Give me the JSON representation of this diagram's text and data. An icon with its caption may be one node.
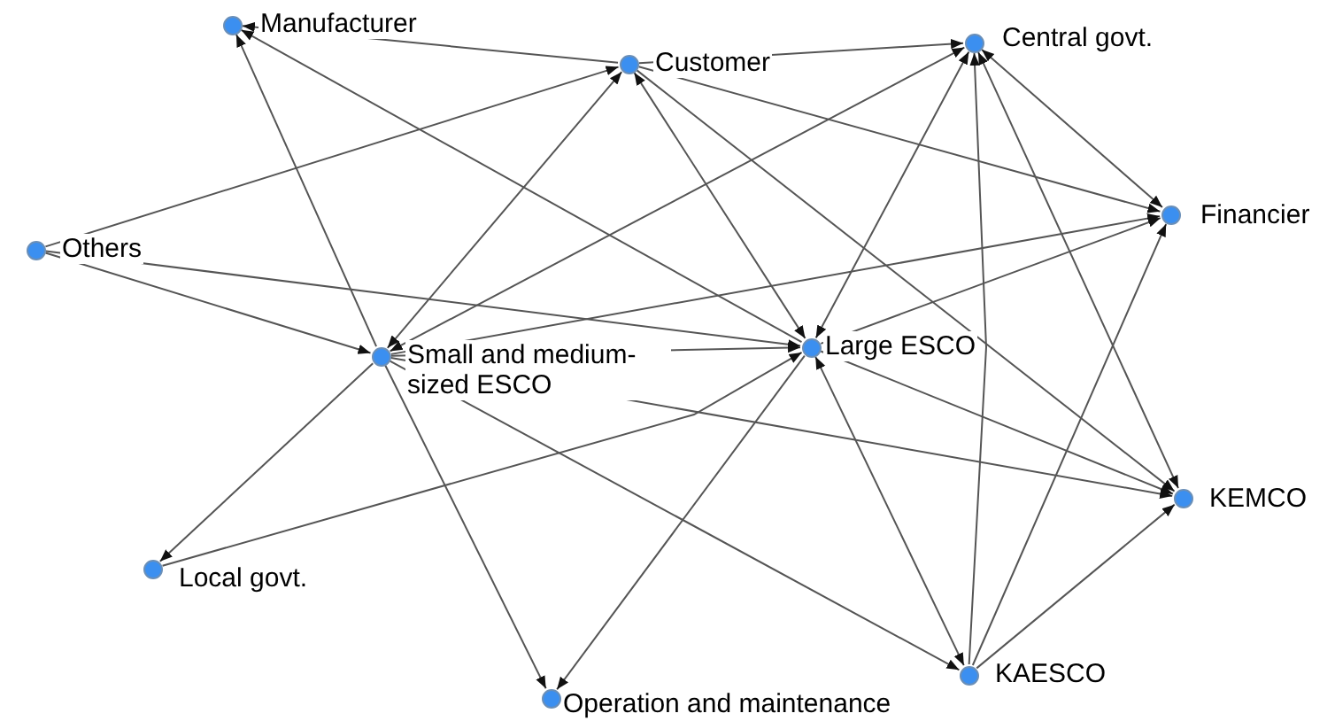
{
  "diagram": {
    "nodes": [
      {
        "text": [
          "Manufacturer"
        ]
      },
      {
        "text": [
          "Customer"
        ]
      },
      {
        "text": [
          "Central govt."
        ]
      },
      {
        "text": [
          "Others"
        ]
      },
      {
        "text": [
          "Financier"
        ]
      },
      {
        "text": [
          "Small and medium-sized ESCO"
        ]
      },
      {
        "text": [
          "Large ESCO"
        ]
      },
      {
        "text": [
          "KEMCO"
        ]
      },
      {
        "text": [
          "Local govt."
        ]
      },
      {
        "text": [
          "Operation and maintenance"
        ]
      },
      {
        "text": [
          "KAESCO"
        ]
      }
    ],
    "edges": [
      {
        "from": 1,
        "to": 0,
        "arrow": "to"
      },
      {
        "from": 1,
        "to": 2,
        "arrow": "to"
      },
      {
        "from": 1,
        "to": 4,
        "arrow": "to"
      },
      {
        "from": 3,
        "to": 1,
        "arrow": "to"
      },
      {
        "from": 3,
        "to": 5,
        "arrow": "to"
      },
      {
        "from": 3,
        "to": 6,
        "arrow": "to"
      },
      {
        "from": 5,
        "to": 0,
        "arrow": "to"
      },
      {
        "from": 6,
        "to": 0,
        "arrow": "to"
      },
      {
        "from": 5,
        "to": 1,
        "arrow": "both"
      },
      {
        "from": 5,
        "to": 2,
        "arrow": "both"
      },
      {
        "from": 5,
        "to": 4,
        "arrow": "to"
      },
      {
        "from": 1,
        "to": 6,
        "arrow": "both"
      },
      {
        "from": 1,
        "to": 7,
        "arrow": "to"
      },
      {
        "from": 6,
        "to": 2,
        "arrow": "both"
      },
      {
        "from": 6,
        "to": 4,
        "arrow": "to"
      },
      {
        "from": 10,
        "to": 2,
        "arrow": "to"
      },
      {
        "from": 2,
        "to": 4,
        "arrow": "both"
      },
      {
        "from": 2,
        "to": 7,
        "arrow": "both"
      },
      {
        "from": 10,
        "to": 4,
        "arrow": "to"
      },
      {
        "from": 6,
        "to": 7,
        "arrow": "to"
      },
      {
        "from": 5,
        "to": 7,
        "arrow": "to"
      },
      {
        "from": 5,
        "to": 10,
        "arrow": "to"
      },
      {
        "from": 6,
        "to": 10,
        "arrow": "both"
      },
      {
        "from": 10,
        "to": 7,
        "arrow": "to"
      },
      {
        "from": 5,
        "to": 9,
        "arrow": "to"
      },
      {
        "from": 6,
        "to": 9,
        "arrow": "to"
      },
      {
        "from": 5,
        "to": 8,
        "arrow": "to"
      },
      {
        "from": 8,
        "to": 6,
        "arrow": "to"
      },
      {
        "from": 5,
        "to": 6,
        "arrow": "to"
      }
    ]
  }
}
